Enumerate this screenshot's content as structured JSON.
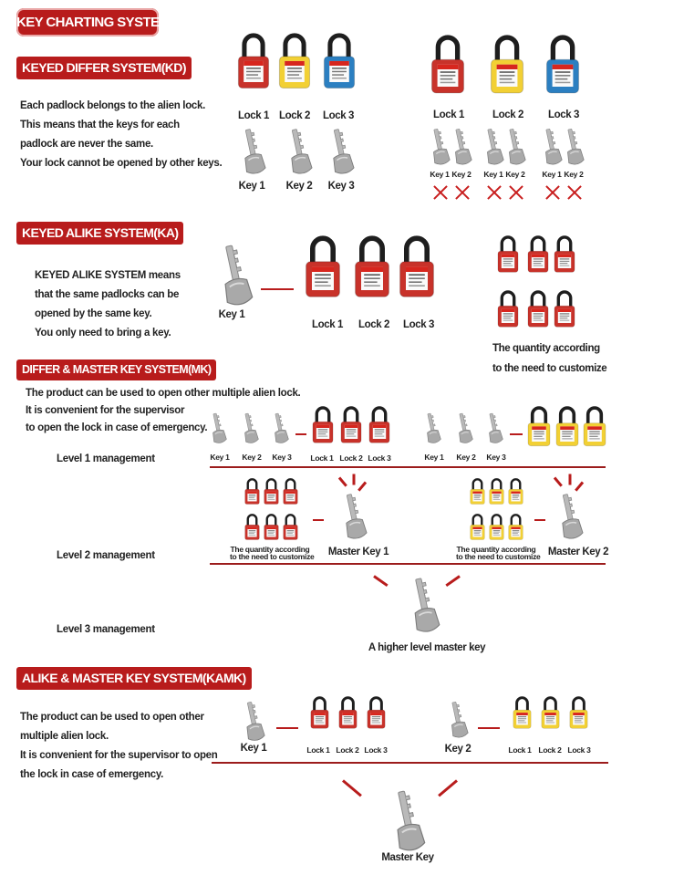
{
  "title": "KEY CHARTING SYSTEM",
  "colors": {
    "red": "#c8322a",
    "yellow": "#f2d034",
    "blue": "#2b7fc1",
    "banner": "#b81c1c"
  },
  "kd": {
    "heading": "KEYED DIFFER SYSTEM(KD)",
    "text": [
      "Each padlock belongs to the alien lock.",
      "This means that the keys for each",
      "padlock are never the same.",
      "Your lock cannot be opened by other keys."
    ],
    "locks": [
      "Lock 1",
      "Lock 2",
      "Lock 3"
    ],
    "keys": [
      "Key 1",
      "Key 2",
      "Key 3"
    ],
    "pair_keys": [
      "Key 1",
      "Key 2"
    ]
  },
  "ka": {
    "heading": "KEYED ALIKE SYSTEM(KA)",
    "text": [
      "KEYED ALIKE SYSTEM means",
      "that the same padlocks can be",
      "opened by the same key.",
      "You only need to bring a key."
    ],
    "key": "Key 1",
    "locks": [
      "Lock 1",
      "Lock 2",
      "Lock 3"
    ],
    "quantity": [
      "The quantity according",
      "to the need to customize"
    ]
  },
  "mk": {
    "heading": "DIFFER & MASTER KEY SYSTEM(MK)",
    "text": [
      "The product can be used to open other multiple alien lock.",
      "It is convenient for the supervisor",
      "to open the lock in case of emergency."
    ],
    "levels": [
      "Level 1 management",
      "Level 2 management",
      "Level 3 management"
    ],
    "keys": [
      "Key 1",
      "Key 2",
      "Key 3"
    ],
    "locks": [
      "Lock 1",
      "Lock 2",
      "Lock 3"
    ],
    "quantity": [
      "The quantity according",
      "to the need to customize"
    ],
    "master_keys": [
      "Master Key 1",
      "Master Key 2"
    ],
    "higher": "A higher level master key"
  },
  "kamk": {
    "heading": "ALIKE & MASTER KEY SYSTEM(KAMK)",
    "text": [
      "The product can be used to open other",
      "multiple alien lock.",
      "It is convenient for the supervisor to open",
      "the lock in case of emergency."
    ],
    "keys": [
      "Key 1",
      "Key 2"
    ],
    "locks": [
      "Lock 1",
      "Lock 2",
      "Lock 3"
    ],
    "master": "Master Key"
  }
}
